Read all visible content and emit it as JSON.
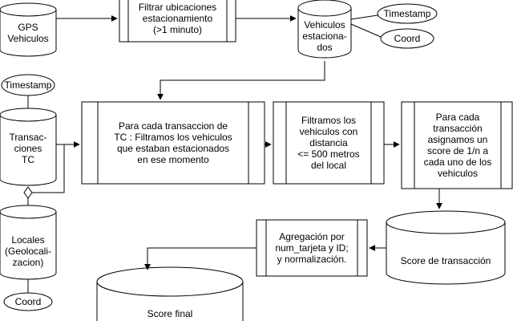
{
  "nodes": {
    "gps": "GPS\nVehiculos",
    "filter_parked": "Filtrar ubicaciones\nestacionamiento\n(>1 minuto)",
    "parked_vehicles": "Vehiculos\nestaciona-\ndos",
    "timestamp_top": "Timestamp",
    "coord_top": "Coord",
    "timestamp_left": "Timestamp",
    "transactions": "Transac-\nciones\nTC",
    "per_transaction": "Para cada transaccion de\nTC : Filtramos los vehiculos\nque estaban estacionados\nen ese momento",
    "distance_filter": "Filtramos los\nvehiculos con\ndistancia\n<= 500 metros\ndel local",
    "score_assign": "Para cada\ntransacción\nasignamos un\nscore de 1/n a\ncada uno de los\nvehiculos",
    "stores": "Locales\n(Geolocali-\nzacion)",
    "coord_bottom": "Coord",
    "aggregation": "Agregación por\nnum_tarjeta y ID;\ny normalización.",
    "transaction_score": "Score de transacción",
    "final_score": "Score final"
  }
}
